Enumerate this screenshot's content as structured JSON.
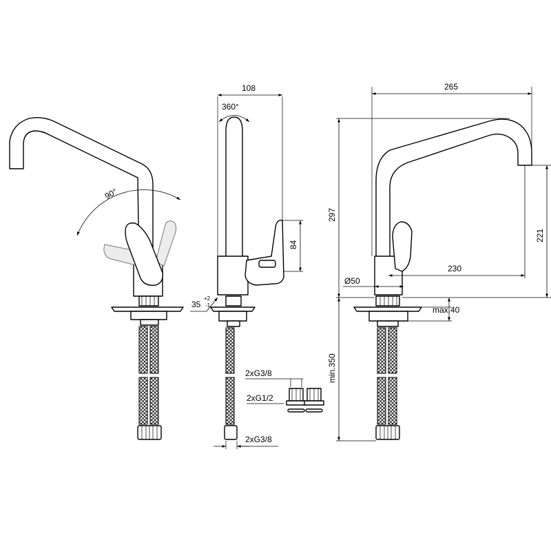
{
  "dimensions": {
    "width_108": "108",
    "rotation_360": "360°",
    "lever_angle_90": "90°",
    "height_84": "84",
    "angle_35": "35",
    "tol_plus": "+2",
    "tol_minus": "-1",
    "width_265": "265",
    "height_297": "297",
    "height_221": "221",
    "reach_230": "230",
    "diameter_50": "Ø50",
    "max_40": "max.40",
    "min_350": "min.350"
  },
  "connections": {
    "hose_g38_top": "2xG3/8",
    "adapter_g12": "2xG1/2",
    "hose_g38_bottom": "2xG3/8"
  }
}
